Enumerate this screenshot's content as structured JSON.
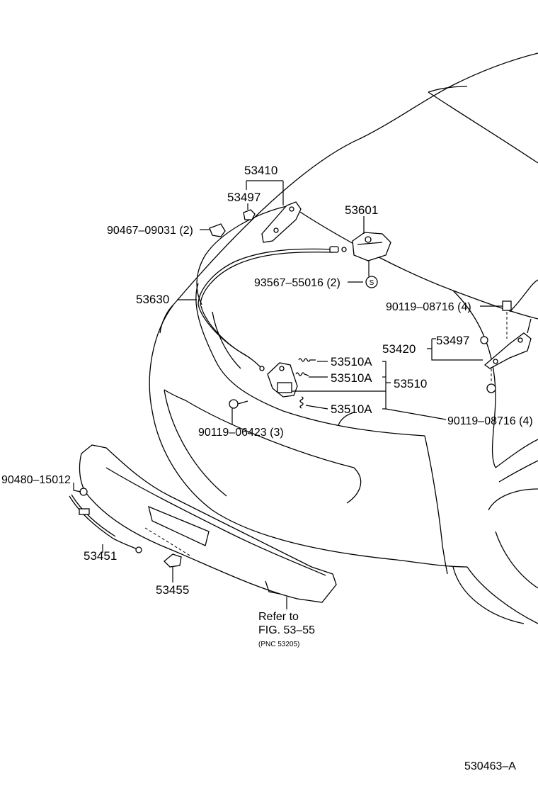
{
  "labels": {
    "p53410": "53410",
    "p53497_top": "53497",
    "p90467": "90467–09031 (2)",
    "p53601": "53601",
    "p93567": "93567–55016 (2)",
    "p_s_mark": "S",
    "p53630": "53630",
    "p90119_08716_a": "90119–08716 (4)",
    "p53420": "53420",
    "p53497_right": "53497",
    "p53510a_1": "53510A",
    "p53510a_2": "53510A",
    "p53510a_3": "53510A",
    "p53510": "53510",
    "p90119_08716_b": "90119–08716 (4)",
    "p90119_06423": "90119–06423 (3)",
    "p90480": "90480–15012",
    "p53451": "53451",
    "p53455": "53455",
    "refer_line1": "Refer to",
    "refer_line2": "FIG. 53–55",
    "refer_pnc": "(PNC 53205)",
    "figure_id": "530463–A"
  }
}
